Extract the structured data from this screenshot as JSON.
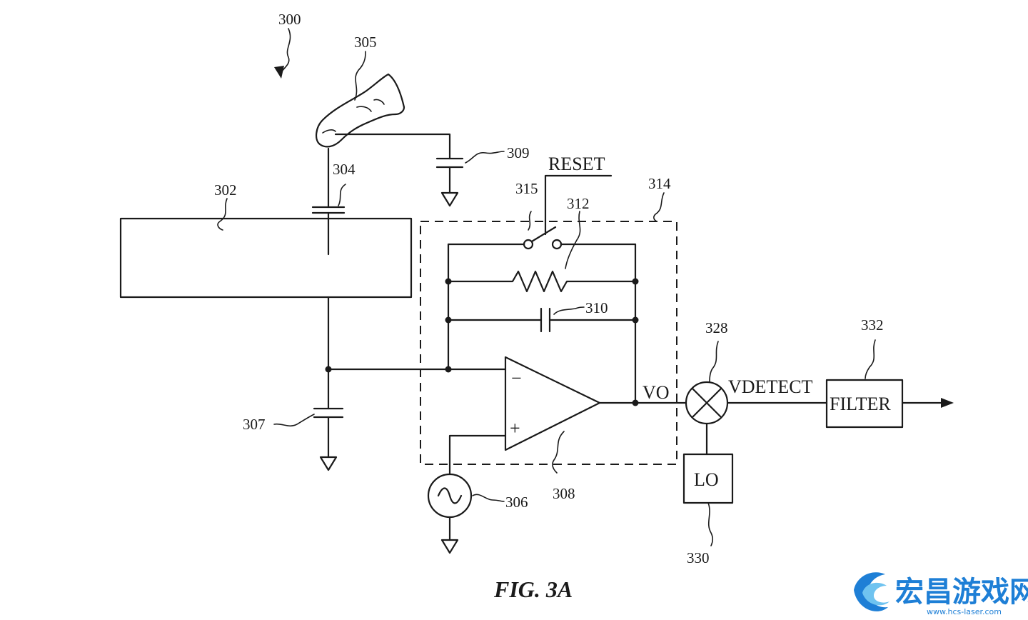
{
  "figure": {
    "caption": "FIG. 3A",
    "refs": {
      "r300": "300",
      "r305": "305",
      "r309": "309",
      "r304": "304",
      "r302": "302",
      "r315": "315",
      "r312": "312",
      "r314": "314",
      "r310": "310",
      "r328": "328",
      "r332": "332",
      "r307": "307",
      "r306": "306",
      "r308": "308",
      "r330": "330"
    },
    "labels": {
      "reset": "RESET",
      "vo": "VO",
      "vdetect": "VDETECT",
      "filter": "FILTER",
      "lo": "LO",
      "minus": "−",
      "plus": "+"
    }
  },
  "watermark": {
    "brand": "宏昌游戏网",
    "url": "www.hcs-laser.com",
    "color": "#1e7fd6"
  }
}
